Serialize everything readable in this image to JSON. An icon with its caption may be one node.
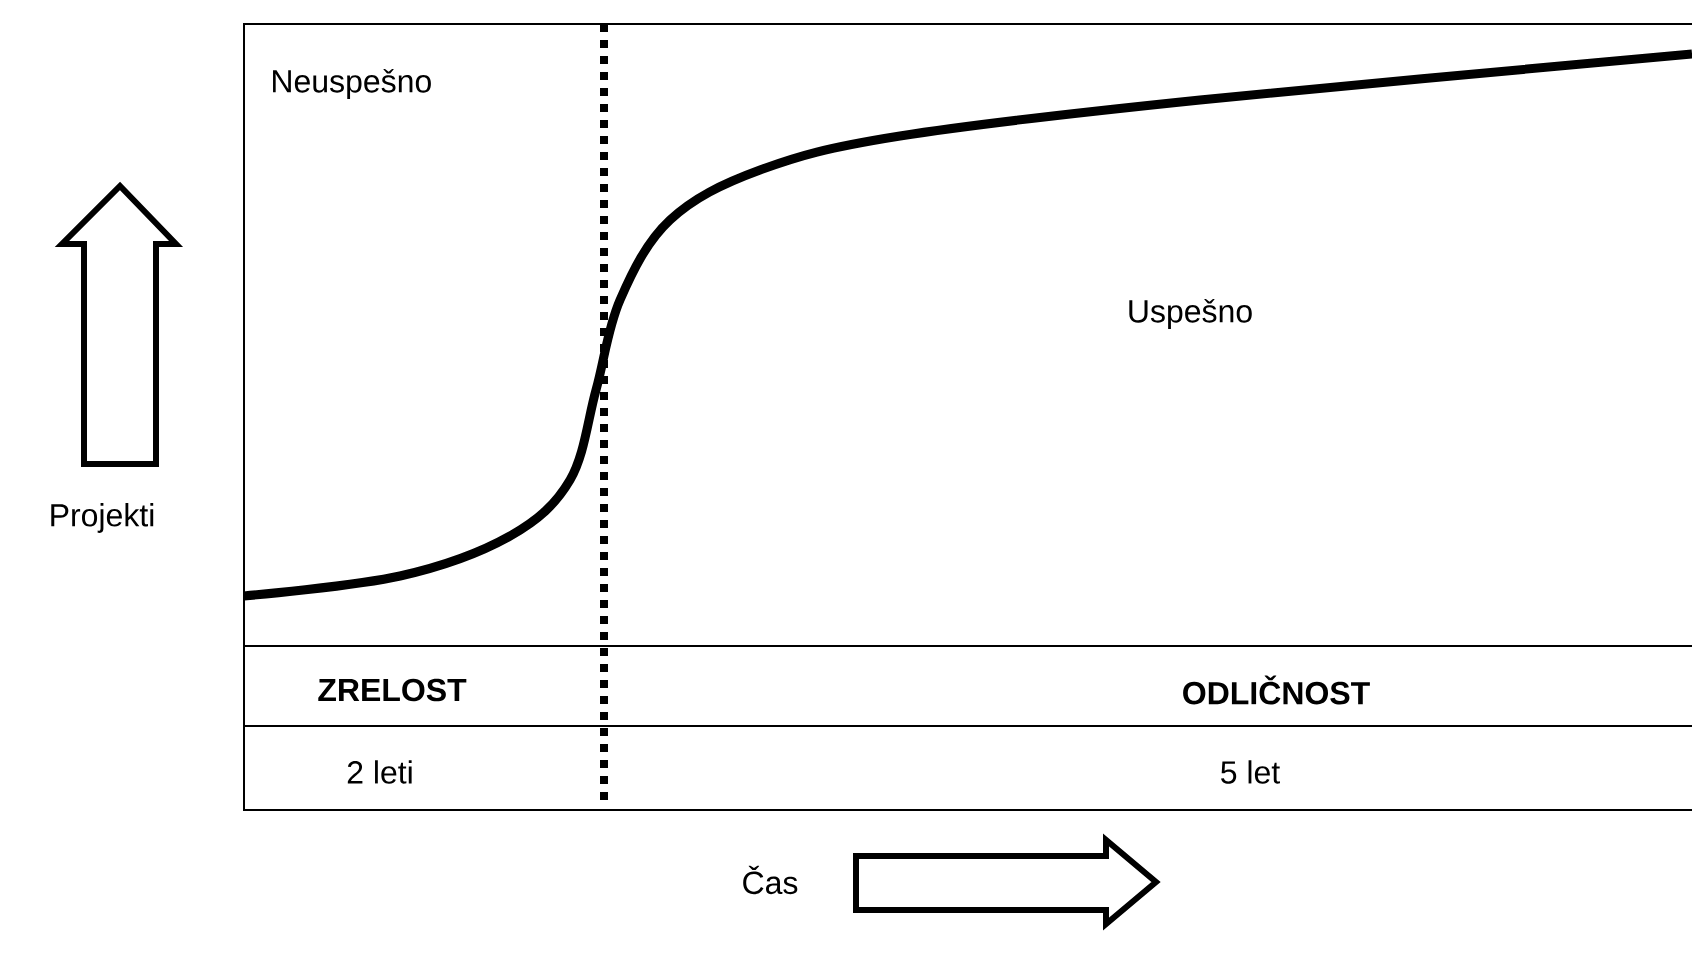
{
  "diagram": {
    "labels": [
      "Neuspešno",
      "Uspešno",
      "Projekti",
      "ZRELOST",
      "ODLIČNOST",
      "2 leti",
      "5 let",
      "Čas"
    ]
  }
}
